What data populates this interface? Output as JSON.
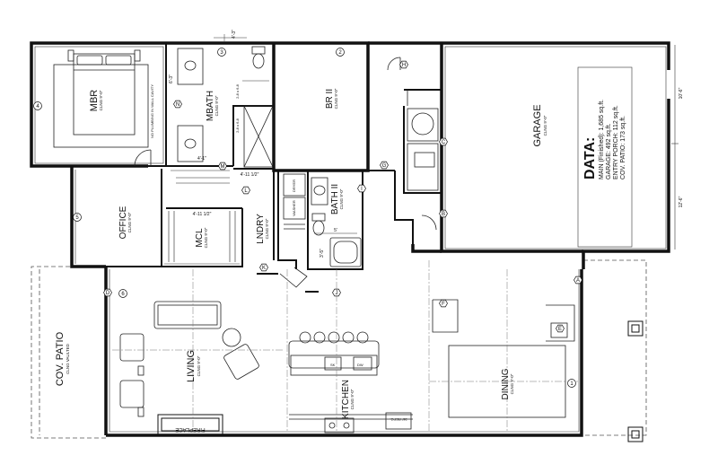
{
  "rooms": {
    "mbr": {
      "name": "MBR",
      "clng": "CLNG 9'-0\""
    },
    "mbath": {
      "name": "MBATH",
      "clng": "CLNG 9'-0\""
    },
    "br2": {
      "name": "BR II",
      "clng": "CLNG 9'-0\""
    },
    "garage": {
      "name": "GARAGE",
      "clng": "CLNG 9'-0\""
    },
    "office": {
      "name": "OFFICE",
      "clng": "CLNG 9'-0\""
    },
    "mcl": {
      "name": "MCL",
      "clng": "CLNG 9'-0\""
    },
    "lndry": {
      "name": "LNDRY",
      "clng": "CLNG 9'-0\""
    },
    "bath2": {
      "name": "BATH II",
      "clng": "CLNG 9'-0\""
    },
    "living": {
      "name": "LIVING",
      "clng": "CLNG 9'-0\""
    },
    "kitchen": {
      "name": "KITCHEN",
      "clng": "CLNG 9'-0\""
    },
    "dining": {
      "name": "DINING",
      "clng": "CLNG 9'-0\""
    },
    "patio": {
      "name": "COV. PATIO",
      "clng": "CLNG VAULTED"
    }
  },
  "fixtures": {
    "fireplace": "FIREPLACE",
    "dryer": "DRYER",
    "washer": "WASHER",
    "sink": "SK",
    "dishwasher": "DW",
    "refrigerator": "36\" REFG.",
    "no_plumbing": "NO PLUMBING IN WALL CAVITY",
    "window_a": "2-8 x 6-8",
    "window_b": "2-8 x 6-8"
  },
  "data_box": {
    "title": "DATA:",
    "lines": [
      "MAIN (Finished): 1,685 sq.ft.",
      "GARAGE: 492 sq.ft.",
      "ENTRY PORCH: 112 sq.ft.",
      "COV. PATIO: 173 sq.ft."
    ]
  },
  "dimensions": {
    "garage_upper": "10'-6\"",
    "garage_lower": "12'-6\"",
    "top": "4'-3\"",
    "mbath_vanity": "6'-3\"",
    "closet": "4'-11 1/2\"",
    "mcl": "4'-11 1/2\"",
    "bath2_tub": "5'",
    "bath2_side": "3'-5\"",
    "mbath_lower": "4'-1\""
  },
  "door_tags": [
    "A",
    "B",
    "C",
    "D",
    "E",
    "F",
    "G",
    "H",
    "I",
    "J",
    "K",
    "L",
    "M",
    "N"
  ],
  "window_tags": [
    "1",
    "2",
    "3",
    "4",
    "5",
    "6"
  ]
}
